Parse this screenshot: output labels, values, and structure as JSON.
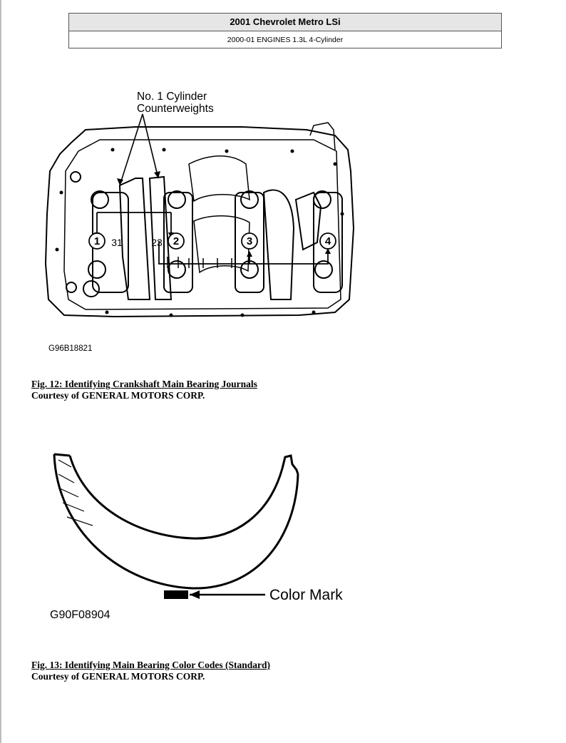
{
  "header": {
    "title": "2001 Chevrolet Metro LSi",
    "subtitle": "2000-01 ENGINES 1.3L 4-Cylinder"
  },
  "figure12": {
    "callout_line1": "No. 1 Cylinder",
    "callout_line2": "Counterweights",
    "journal_numbers": [
      "1",
      "2",
      "3",
      "4"
    ],
    "code_left": "31",
    "code_right": "23",
    "image_code": "G96B18821",
    "caption_title": "Fig. 12: Identifying Crankshaft Main Bearing Journals",
    "caption_courtesy": "Courtesy of GENERAL MOTORS CORP."
  },
  "figure13": {
    "color_mark_label": "Color Mark",
    "image_code": "G90F08904",
    "caption_title": "Fig. 13: Identifying Main Bearing Color Codes (Standard)",
    "caption_courtesy": "Courtesy of GENERAL MOTORS CORP."
  }
}
